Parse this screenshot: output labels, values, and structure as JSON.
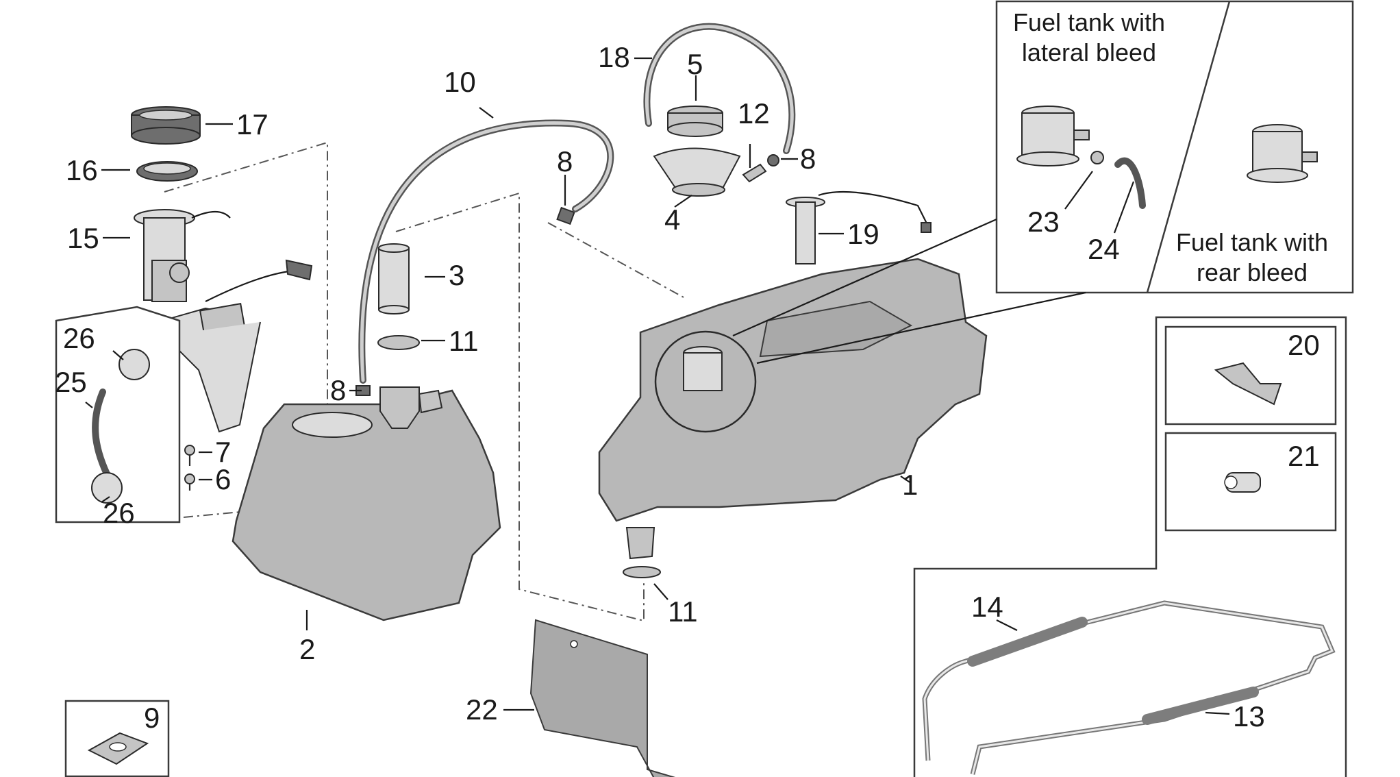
{
  "diagram": {
    "callouts": [
      {
        "id": "c1",
        "text": "1"
      },
      {
        "id": "c2",
        "text": "2"
      },
      {
        "id": "c3",
        "text": "3"
      },
      {
        "id": "c4",
        "text": "4"
      },
      {
        "id": "c5",
        "text": "5"
      },
      {
        "id": "c6",
        "text": "6"
      },
      {
        "id": "c7",
        "text": "7"
      },
      {
        "id": "c8a",
        "text": "8"
      },
      {
        "id": "c8b",
        "text": "8"
      },
      {
        "id": "c8c",
        "text": "8"
      },
      {
        "id": "c9",
        "text": "9"
      },
      {
        "id": "c10",
        "text": "10"
      },
      {
        "id": "c11a",
        "text": "11"
      },
      {
        "id": "c11b",
        "text": "11"
      },
      {
        "id": "c12",
        "text": "12"
      },
      {
        "id": "c13",
        "text": "13"
      },
      {
        "id": "c14",
        "text": "14"
      },
      {
        "id": "c15",
        "text": "15"
      },
      {
        "id": "c16",
        "text": "16"
      },
      {
        "id": "c17",
        "text": "17"
      },
      {
        "id": "c18",
        "text": "18"
      },
      {
        "id": "c19",
        "text": "19"
      },
      {
        "id": "c20",
        "text": "20"
      },
      {
        "id": "c21",
        "text": "21"
      },
      {
        "id": "c22",
        "text": "22"
      },
      {
        "id": "c23",
        "text": "23"
      },
      {
        "id": "c24",
        "text": "24"
      },
      {
        "id": "c25",
        "text": "25"
      },
      {
        "id": "c26a",
        "text": "26"
      },
      {
        "id": "c26b",
        "text": "26"
      }
    ],
    "inset": {
      "lateral_line1": "Fuel tank with",
      "lateral_line2": "lateral bleed",
      "rear_line1": "Fuel tank with",
      "rear_line2": "rear bleed"
    }
  }
}
